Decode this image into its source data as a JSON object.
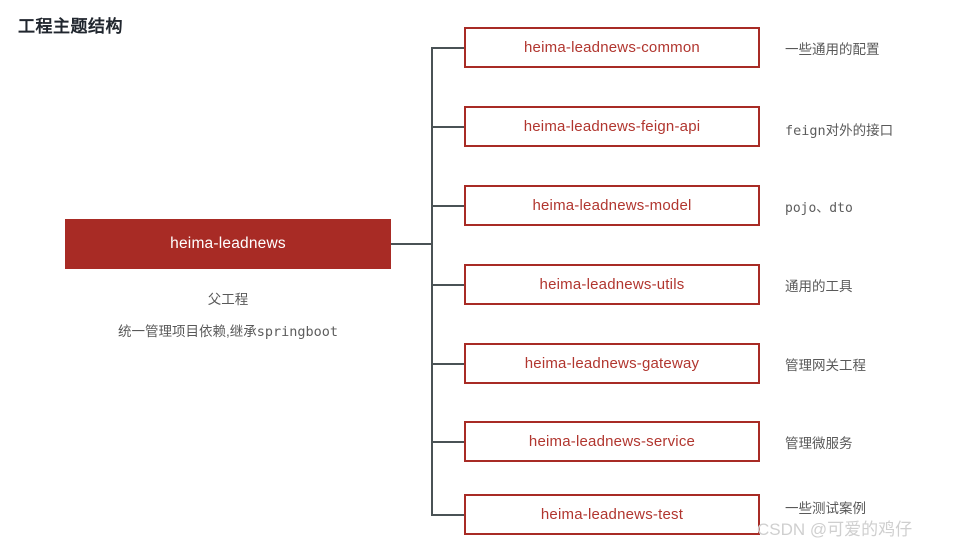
{
  "title": "工程主题结构",
  "colors": {
    "root_fill": "#a82b25",
    "root_text": "#ffffff",
    "child_border": "#a82b25",
    "child_text": "#b1362f",
    "connector": "#4a5255",
    "annotation_text": "#595959",
    "watermark": "#cfcfcf",
    "background": "#ffffff"
  },
  "root": {
    "label": "heima-leadnews",
    "caption_line_1": "父工程",
    "caption_line_2_prefix": "统一管理项目依赖,继承",
    "caption_line_2_mono": "springboot"
  },
  "children": [
    {
      "label": "heima-leadnews-common",
      "annotation": "一些通用的配置",
      "annotation_mono_prefix": "",
      "annotation_style": "normal"
    },
    {
      "label": "heima-leadnews-feign-api",
      "annotation": "对外的接口",
      "annotation_mono_prefix": "feign",
      "annotation_style": "mixed"
    },
    {
      "label": "heima-leadnews-model",
      "annotation": "pojo、dto",
      "annotation_mono_prefix": "",
      "annotation_style": "mono"
    },
    {
      "label": "heima-leadnews-utils",
      "annotation": "通用的工具",
      "annotation_mono_prefix": "",
      "annotation_style": "normal"
    },
    {
      "label": "heima-leadnews-gateway",
      "annotation": "管理网关工程",
      "annotation_mono_prefix": "",
      "annotation_style": "normal"
    },
    {
      "label": "heima-leadnews-service",
      "annotation": "管理微服务",
      "annotation_mono_prefix": "",
      "annotation_style": "normal"
    },
    {
      "label": "heima-leadnews-test",
      "annotation": "一些测试案例",
      "annotation_mono_prefix": "",
      "annotation_style": "normal"
    }
  ],
  "watermark": "CSDN @可爱的鸡仔"
}
